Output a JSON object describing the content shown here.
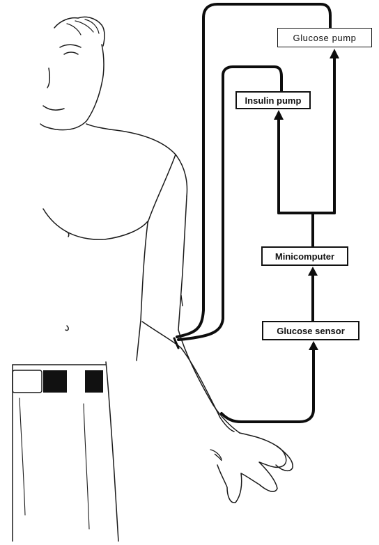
{
  "diagram": {
    "boxes": {
      "glucose_pump": "Glucose  pump",
      "insulin_pump": "Insulin pump",
      "minicomputer": "Minicomputer",
      "glucose_sensor": "Glucose  sensor"
    }
  }
}
